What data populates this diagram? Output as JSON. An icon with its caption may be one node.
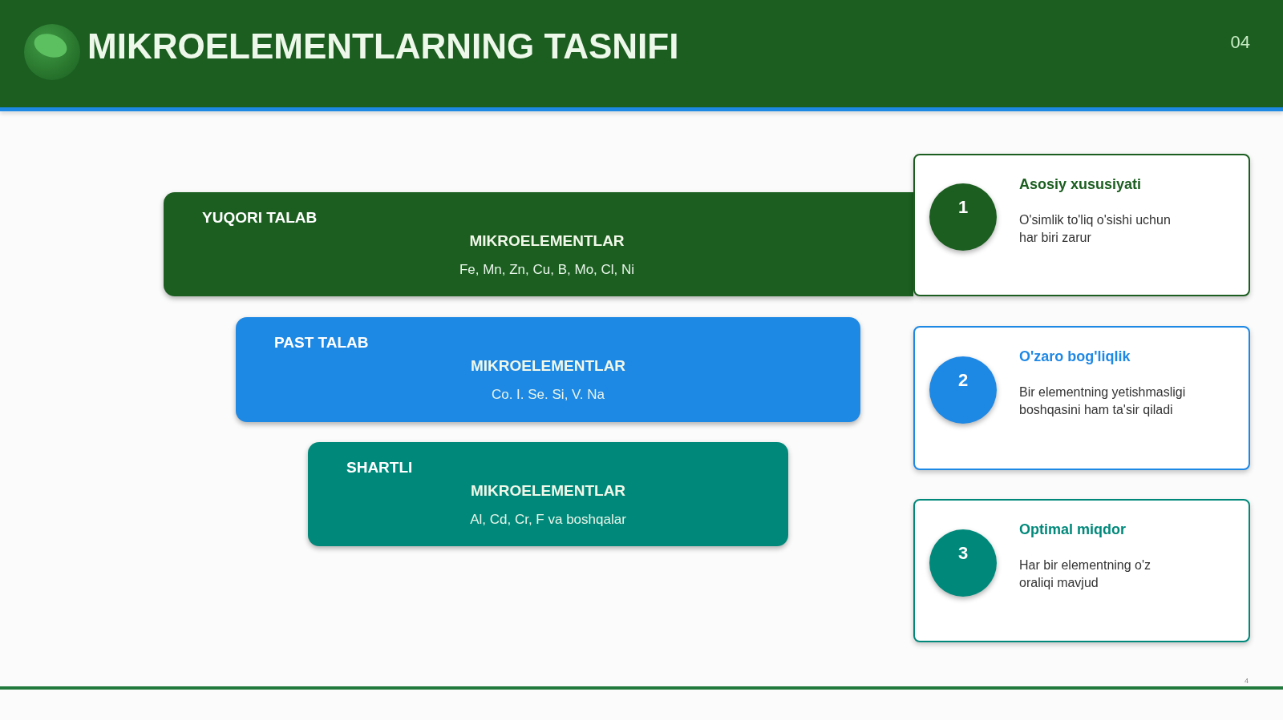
{
  "diagram": {
    "title": "MIKROELEMENTLARNING TASNIFI",
    "nodes": [
      {
        "text": [
          "YUQORI TALAB",
          "MIKROELEMENTLAR",
          "Fe, Mn, Zn, Cu, B, Mo, Cl, Ni"
        ]
      },
      {
        "text": [
          "PAST TALAB",
          "MIKROELEMENTLAR",
          "Co. I. Se. Si, V. Na"
        ]
      },
      {
        "text": [
          "SHARTLI",
          "MIKROELEMENTLAR",
          "Al, Cd, Cr, F va boshqalar"
        ]
      },
      {
        "text": [
          "Asosiy xususiyati",
          "O'simlik to'liq o'sishi uchun har biri zarur"
        ]
      },
      {
        "text": [
          "1"
        ],
        "in": 3
      },
      {
        "text": [
          "O'zaro bog'liqlik",
          "Bir elementning yetishmasligi boshqasini ham ta'sir qiladi"
        ]
      },
      {
        "text": [
          "2"
        ],
        "in": 5
      },
      {
        "text": [
          "Optimal miqdor",
          "Har bir elementning o'z oraliqi mavjud"
        ]
      },
      {
        "text": [
          "3"
        ],
        "in": 7
      }
    ],
    "labels": [
      "04",
      "4"
    ]
  }
}
